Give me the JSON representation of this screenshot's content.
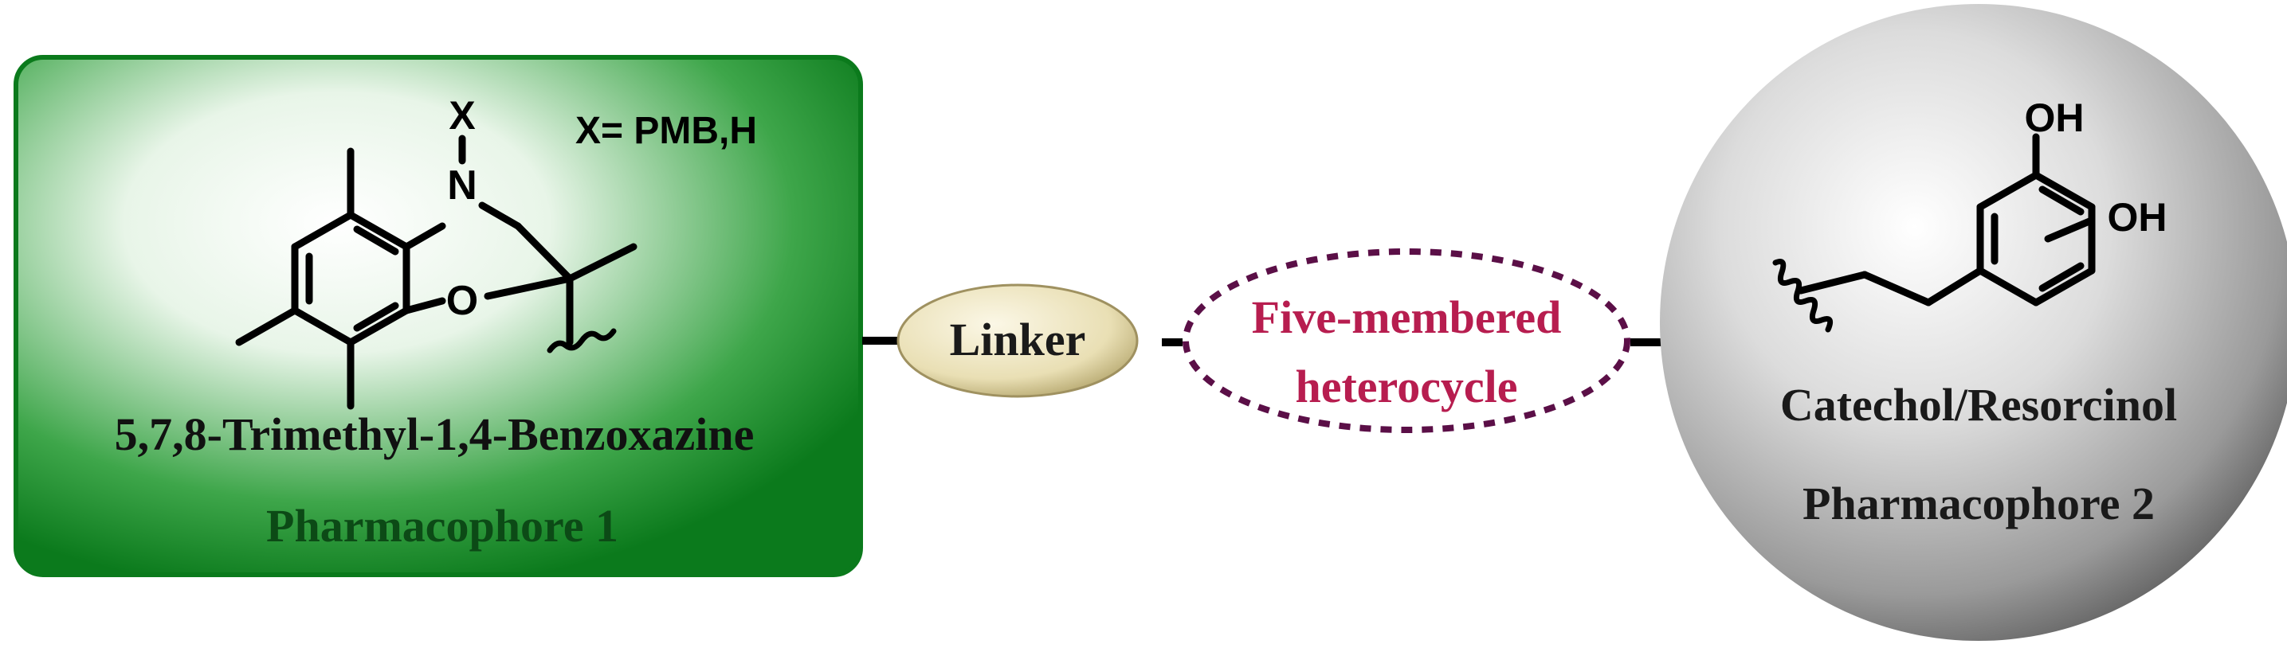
{
  "colors": {
    "green_dark": "#0b7a1c",
    "green_light": "#ffffff",
    "green_text": "#0c4a16",
    "linker_fill": "#e9dfb4",
    "linker_edge": "#9f9160",
    "heterocycle_border": "#5b0f47",
    "heterocycle_text": "#b71d4f",
    "sphere_light": "#ffffff",
    "sphere_dark": "#6a6a6a",
    "bond": "#000000"
  },
  "pharmacophore_1": {
    "name": "5,7,8-Trimethyl-1,4-Benzoxazine",
    "label": "Pharmacophore 1",
    "substituent_note": "X= PMB,H",
    "atoms": {
      "x": "X",
      "n": "N",
      "o": "O"
    }
  },
  "linker": {
    "label": "Linker"
  },
  "heterocycle": {
    "line1": "Five-membered",
    "line2": "heterocycle"
  },
  "pharmacophore_2": {
    "name": "Catechol/Resorcinol",
    "label": "Pharmacophore 2",
    "atoms": {
      "oh1": "OH",
      "oh2": "OH"
    }
  }
}
